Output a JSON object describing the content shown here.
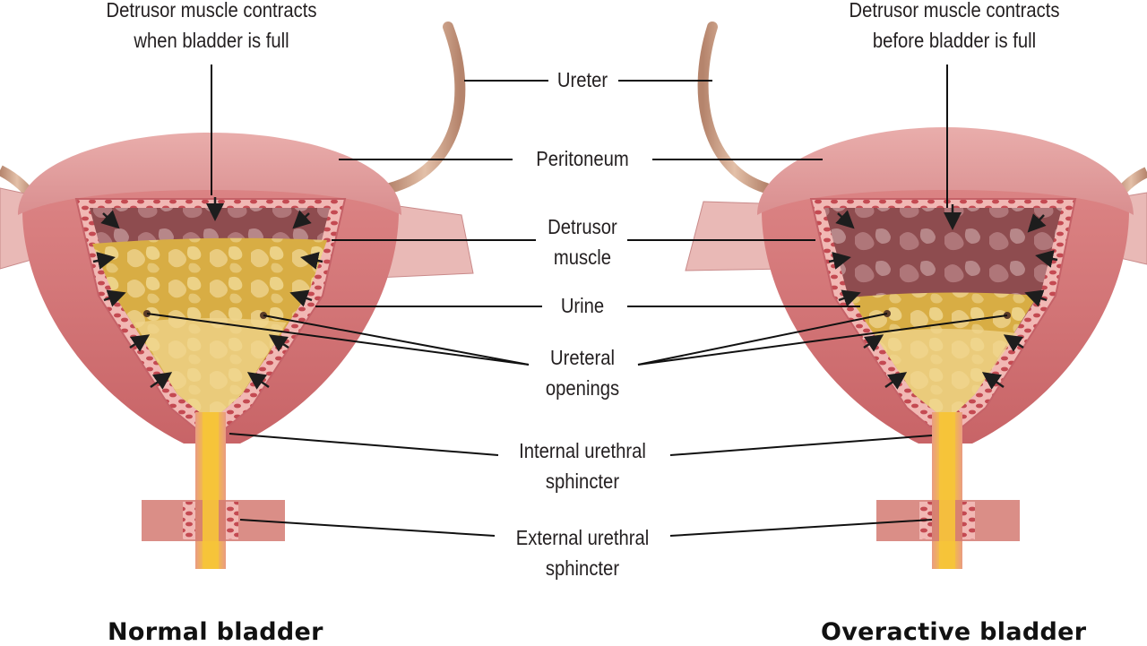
{
  "title_left": {
    "line1": "Detrusor muscle contracts",
    "line2": "when bladder is full"
  },
  "title_right": {
    "line1": "Detrusor muscle contracts",
    "line2": "before bladder is full"
  },
  "labels": {
    "ureter": "Ureter",
    "peritoneum": "Peritoneum",
    "detrusor_1": "Detrusor",
    "detrusor_2": "muscle",
    "urine": "Urine",
    "ureteral_1": "Ureteral",
    "ureteral_2": "openings",
    "internal_1": "Internal urethral",
    "internal_2": "sphincter",
    "external_1": "External urethral",
    "external_2": "sphincter"
  },
  "captions": {
    "left": "Normal bladder",
    "right": "Overactive bladder"
  },
  "colors": {
    "peritoneum": "#e7a6a5",
    "muscle": "#d9777a",
    "cavity": "#8d4a4d",
    "urine": "#e2bb52",
    "urethra_core": "#f6c43a",
    "ureter": "#c99a82",
    "arrow": "#1d1d1d",
    "leader_line": "#111111"
  }
}
